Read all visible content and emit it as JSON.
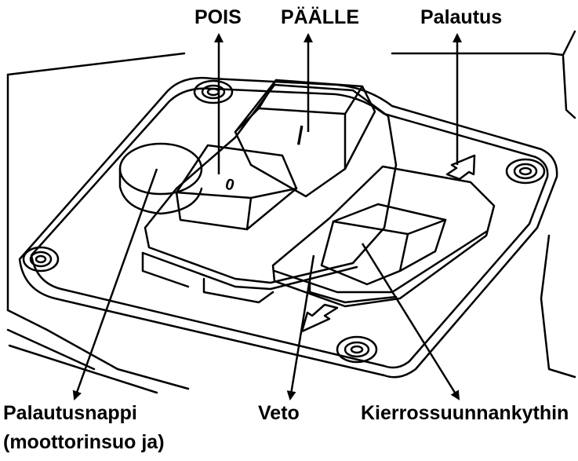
{
  "labels": {
    "pois": "POIS",
    "paalle": "PÄÄLLE",
    "palautus": "Palautus",
    "veto": "Veto",
    "kierrossuunnankytkin": "Kierrossuunnankythin",
    "palautusnappi_line1": "Palautusnappi",
    "palautusnappi_line2": "(moottorinsuo ja)"
  },
  "switch_symbols": {
    "off": "0",
    "on": "|"
  },
  "colors": {
    "line": "#000000",
    "background": "#ffffff"
  }
}
